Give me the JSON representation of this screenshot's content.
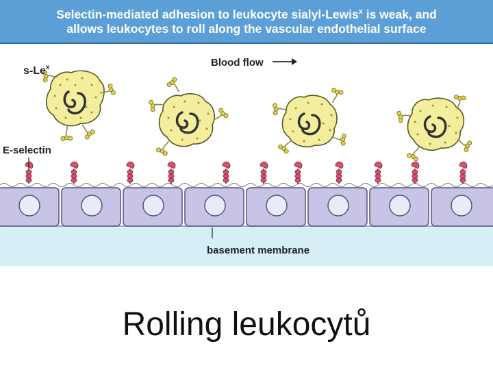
{
  "header": {
    "line1_pre": "Selectin-mediated adhesion to leukocyte sialyl-Lewis",
    "line1_sup": "x",
    "line1_post": " is weak, and",
    "line2": "allows leukocytes to roll along the vascular endothelial surface"
  },
  "labels": {
    "slex": "s-Le",
    "slex_sup": "x",
    "eselectin": "E-selectin",
    "blood_flow": "Blood flow",
    "basement": "basement membrane"
  },
  "caption": "Rolling leukocytů",
  "colors": {
    "header_bg": "#5b9fd6",
    "leukocyte": "#f3ee9e",
    "endothelium": "#c8c4e6",
    "nucleus": "#e9ecf8",
    "basement": "#d6eef6",
    "selectin": "#d9506e"
  }
}
